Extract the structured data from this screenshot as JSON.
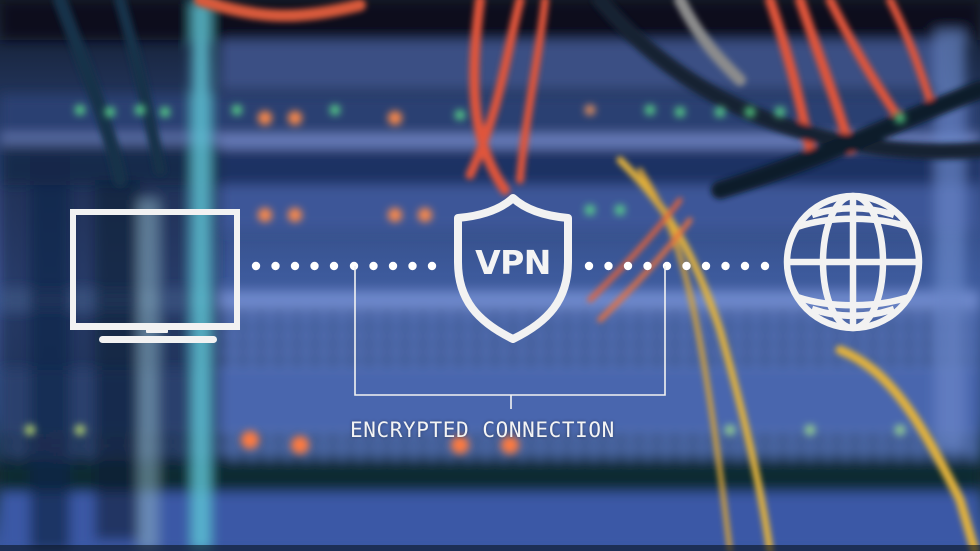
{
  "scene": {
    "description": "Blurred server rack background with VPN connection diagram overlay",
    "colors": {
      "icon_white": "#f2f2f2",
      "bg_blue": "#3a5a9a",
      "bg_dark": "#0b1626",
      "cable_red": "#e0553a",
      "cable_yellow": "#e3b23a",
      "led_green": "#4fd07a",
      "led_orange": "#ff8a4a"
    }
  },
  "diagram": {
    "left_node": {
      "icon": "monitor-icon"
    },
    "center_node": {
      "icon": "shield-icon",
      "label": "VPN"
    },
    "right_node": {
      "icon": "globe-icon"
    },
    "left_dots_count": 10,
    "right_dots_count": 10,
    "caption": "ENCRYPTED CONNECTION"
  }
}
